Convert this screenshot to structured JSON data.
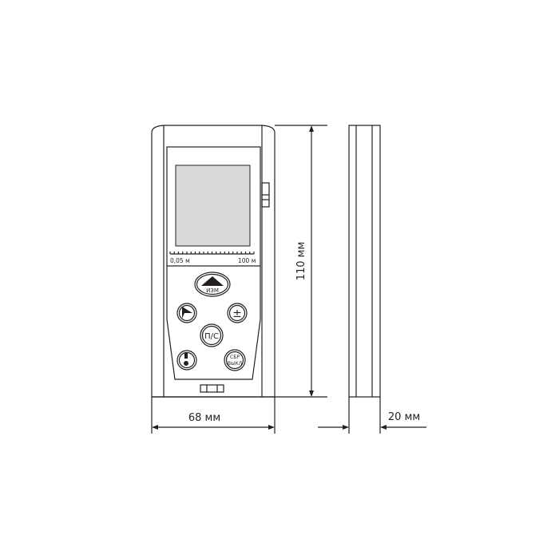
{
  "drawing": {
    "scale_min_label": "0,05 м",
    "scale_max_label": "100 м",
    "width_dimension": "68 мм",
    "height_dimension": "110 мм",
    "depth_dimension": "20 мм",
    "screen_color": "#d9d9d9",
    "buttons": {
      "measure": "ИЗМ",
      "mode": "П/С",
      "plus_minus": "±",
      "clear_off_line1": "СБР",
      "clear_off_line2": "ВЫКЛ"
    }
  }
}
